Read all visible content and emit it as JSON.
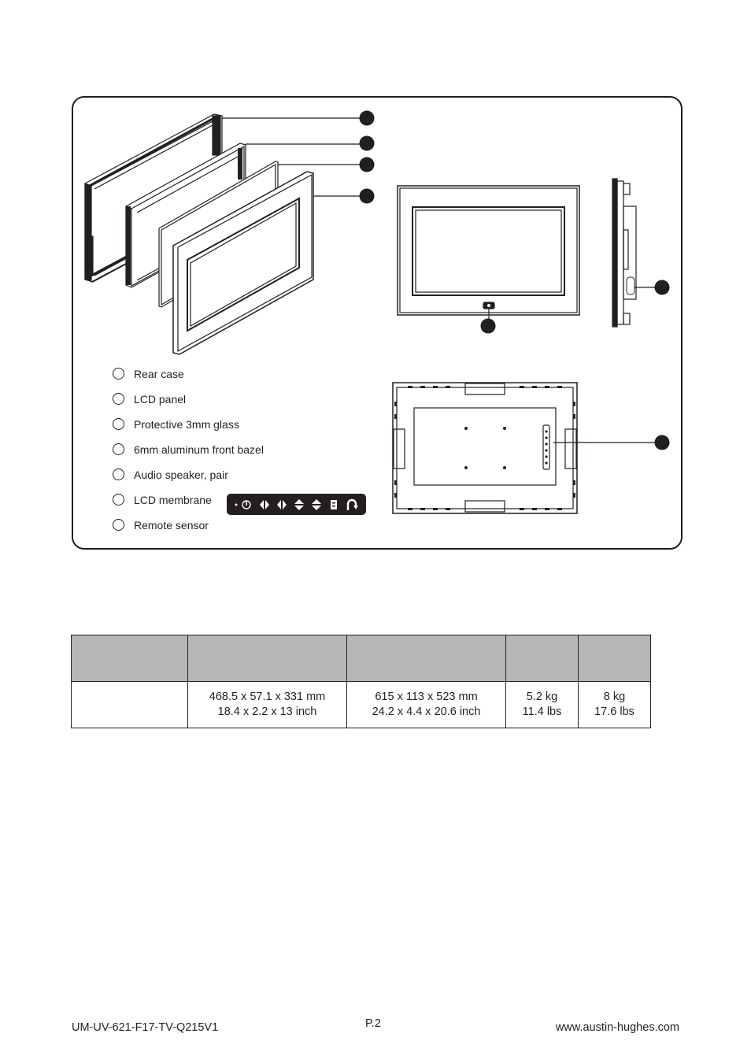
{
  "legend": [
    "Rear case",
    "LCD panel",
    "Protective 3mm glass",
    "6mm aluminum front bazel",
    "Audio speaker, pair",
    "LCD membrane",
    "Remote sensor"
  ],
  "table": {
    "headers": [
      "",
      "",
      "",
      "",
      ""
    ],
    "row": [
      [
        "",
        ""
      ],
      [
        "468.5 x 57.1 x 331 mm",
        "18.4 x 2.2 x 13 inch"
      ],
      [
        "615 x 113 x 523 mm",
        "24.2 x 4.4 x 20.6 inch"
      ],
      [
        "5.2 kg",
        "11.4 lbs"
      ],
      [
        "8 kg",
        "17.6 lbs"
      ]
    ]
  },
  "footer": {
    "doc_code": "UM-UV-621-F17-TV-Q215V1",
    "page": "P.2",
    "website": "www.austin-hughes.com"
  },
  "membrane_icons": [
    "sensor-dot-icon",
    "power-icon",
    "left-right-icon",
    "left-right-icon",
    "up-down-icon",
    "up-down-icon",
    "menu-icon",
    "back-icon"
  ],
  "colors": {
    "ink": "#231f20",
    "table_header": "#b5b6b8",
    "membrane": "#231f20"
  }
}
